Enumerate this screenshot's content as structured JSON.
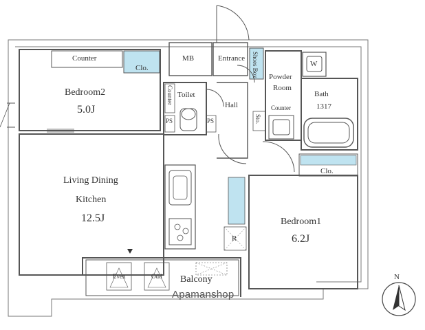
{
  "rooms": {
    "bedroom2": {
      "name": "Bedroom2",
      "area": "5.0J"
    },
    "living": {
      "name_line1": "Living Dining",
      "name_line2": "Kitchen",
      "area": "12.5J"
    },
    "bedroom1": {
      "name": "Bedroom1",
      "area": "6.2J"
    },
    "bath": {
      "name": "Bath",
      "size": "1317"
    },
    "toilet": {
      "name": "Toilet"
    },
    "hall": {
      "name": "Hall"
    },
    "entrance": {
      "name": "Entrance"
    },
    "powder": {
      "name_line1": "Powder",
      "name_line2": "Room"
    },
    "balcony": {
      "name": "Balcony"
    },
    "mb": {
      "name": "MB"
    }
  },
  "fixtures": {
    "counter_top": "Counter",
    "counter_toilet": "Counter",
    "counter_powder": "Counter",
    "clo_bedroom2": "Clo.",
    "clo_bedroom1": "Clo.",
    "shoes_box": "Shoes Box",
    "ps_left": "PS",
    "ps_right": "PS",
    "sto": "Sto.",
    "washer": "W",
    "fridge": "R",
    "aircon_even": "Even",
    "aircon_odd": "Odd"
  },
  "compass": {
    "north": "N"
  },
  "watermark": "Apamanshop",
  "colors": {
    "wall": "#8a8a8a",
    "line": "#444444",
    "storage_fill": "#bfe3f0"
  }
}
